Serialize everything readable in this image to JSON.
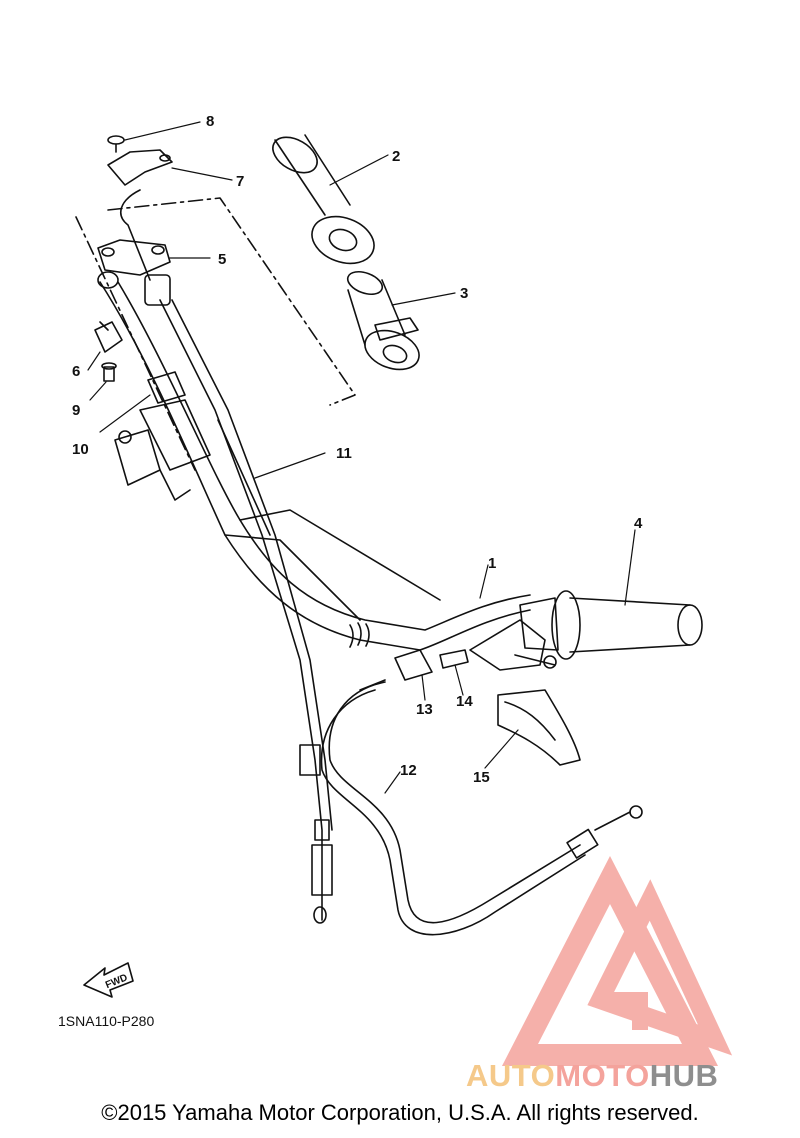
{
  "callouts": {
    "c1": "1",
    "c2": "2",
    "c3": "3",
    "c4": "4",
    "c5": "5",
    "c6": "6",
    "c7": "7",
    "c8": "8",
    "c9": "9",
    "c10": "10",
    "c11": "11",
    "c12": "12",
    "c13": "13",
    "c14": "14",
    "c15": "15"
  },
  "fwd_label": "FWD",
  "diagram_ref": "1SNA110-P280",
  "copyright": "©2015 Yamaha Motor Corporation, U.S.A. All rights reserved.",
  "watermark": {
    "part1": "AUTO",
    "part2": "MOTO",
    "part3": "HUB",
    "colors": {
      "auto": "#f5c98a",
      "moto": "#f4a39c",
      "hub": "#8e8e8e",
      "logo": "#f4a39c"
    }
  }
}
